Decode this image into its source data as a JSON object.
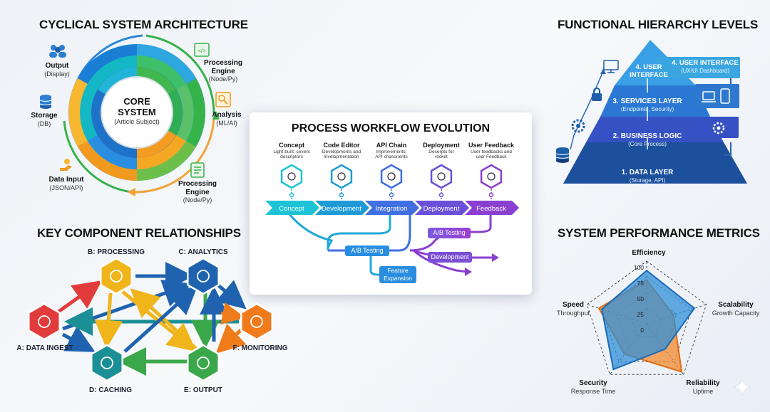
{
  "cyclical": {
    "title": "CYCLICAL SYSTEM ARCHITECTURE",
    "core_title": "CORE",
    "core_title2": "SYSTEM",
    "core_sub": "(Article Subject)",
    "nodes": [
      {
        "title": "Output",
        "sub": "(Display)"
      },
      {
        "title": "Processing Engine",
        "sub": "(Node/Py)"
      },
      {
        "title": "Storage",
        "sub": "(DB)"
      },
      {
        "title": "Analysis",
        "sub": "(ML/AI)"
      },
      {
        "title": "Data Input",
        "sub": "(JSON/API)"
      },
      {
        "title": "Processing Engine",
        "sub": "(Node/Py)"
      }
    ]
  },
  "hierarchy": {
    "title": "FUNCTIONAL HIERARCHY LEVELS",
    "levels": [
      {
        "title": "4. USER",
        "title2": "INTERFACE"
      },
      {
        "title": "3. SERVICES LAYER",
        "sub": "(Endpoints, Security)"
      },
      {
        "title": "2. BUSINESS LOGIC",
        "sub": "(Core Process)"
      },
      {
        "title": "1. DATA LAYER",
        "sub": "(Storage, API)"
      }
    ],
    "ui_box_title": "4. USER INTERFACE",
    "ui_box_sub": "(UX/UI Dashboard)"
  },
  "workflow": {
    "title": "PROCESS WORKFLOW EVOLUTION",
    "stages": [
      {
        "heading": "Concept",
        "desc1": "Light burit, cevent",
        "desc2": "descriptors",
        "label": "Concept",
        "icon": "lightbulb-icon"
      },
      {
        "heading": "Code Editor",
        "desc1": "Developmonts and",
        "desc2": "invelopmentation",
        "label": "Development",
        "icon": "code-icon"
      },
      {
        "heading": "API Chain",
        "desc1": "Improvements,",
        "desc2": "API chasonents",
        "label": "Integration",
        "icon": "network-icon"
      },
      {
        "heading": "Deployment",
        "desc1": "Deserpts for",
        "desc2": "rocket",
        "label": "Deployment",
        "icon": "rocket-icon"
      },
      {
        "heading": "User Feedback",
        "desc1": "User feedbacks and",
        "desc2": "user Feedback",
        "label": "Feedback",
        "icon": "users-icon"
      }
    ],
    "branches": {
      "ab_testing_right": "A/B Testing",
      "ab_testing_left": "A/B Testing",
      "development": "Development",
      "feature1": "Feature",
      "feature2": "Expansion"
    },
    "colors": [
      "#1fc3d6",
      "#1e9bd7",
      "#3f6fe0",
      "#6a4fd8",
      "#8b3fd0"
    ]
  },
  "relationships": {
    "title": "KEY COMPONENT RELATIONSHIPS",
    "nodes": [
      {
        "label": "A: DATA INGEST",
        "color": "#e23b3b",
        "icon": "database-gear-icon"
      },
      {
        "label": "B: PROCESSING",
        "color": "#f0b51b",
        "icon": "chip-icon"
      },
      {
        "label": "C: ANALYTICS",
        "color": "#1f63b0",
        "icon": "chart-search-icon"
      },
      {
        "label": "D: CACHING",
        "color": "#1a8f96",
        "icon": "database-dollar-icon"
      },
      {
        "label": "E: OUTPUT",
        "color": "#3aa84a",
        "icon": "cloud-document-icon"
      },
      {
        "label": "F: MONITORING",
        "color": "#f07b1b",
        "icon": "monitor-chart-icon"
      }
    ]
  },
  "metrics": {
    "title": "SYSTEM PERFORMANCE METRICS",
    "ticks": [
      "100",
      "75",
      "50",
      "25",
      "0"
    ],
    "axes": [
      {
        "title": "Efficiency",
        "sub": ""
      },
      {
        "title": "Scalability",
        "sub": "Growth Capacity"
      },
      {
        "title": "Reliability",
        "sub": "Uptime"
      },
      {
        "title": "Security",
        "sub": "Response Time"
      },
      {
        "title": "Speed",
        "sub": "Throughput"
      }
    ],
    "series_blue": [
      85,
      80,
      50,
      90,
      75
    ],
    "series_orange": [
      70,
      45,
      95,
      60,
      80
    ]
  }
}
